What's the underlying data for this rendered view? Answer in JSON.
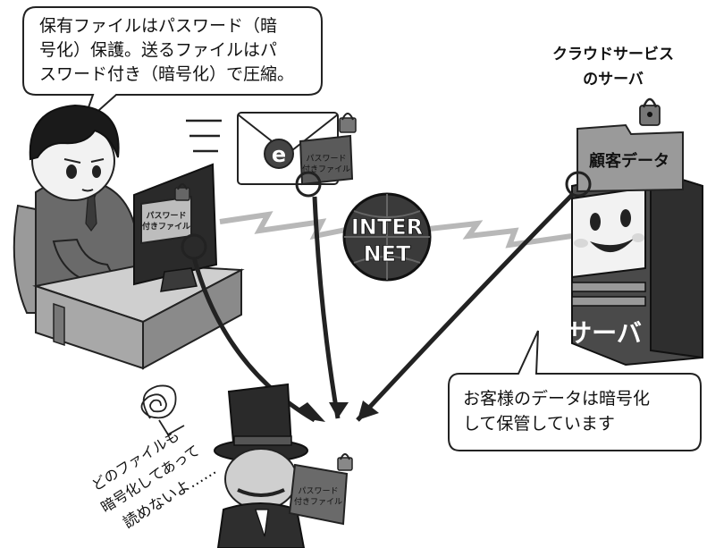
{
  "speech_bubble_person": {
    "lines": [
      "保有ファイルはパスワード（暗",
      "号化）保護。送るファイルはパ",
      "スワード付き（暗号化）で圧縮。"
    ]
  },
  "cloud_label": {
    "lines": [
      "クラウドサービス",
      "のサーバ"
    ]
  },
  "email_icon_letter": "e",
  "email_file_label": {
    "lines": [
      "パスワード",
      "付きファイル"
    ]
  },
  "desk_file_label": {
    "lines": [
      "パスワード",
      "付きファイル"
    ]
  },
  "thief_file_label": {
    "lines": [
      "パスワード",
      "付きファイル"
    ]
  },
  "internet_badge": {
    "lines": [
      "INTER",
      "NET"
    ]
  },
  "server_folder_label": "顧客データ",
  "server_sign": "サーバ",
  "speech_bubble_server": {
    "lines": [
      "お客様のデータは暗号化",
      "して保管しています"
    ]
  },
  "thief_text": {
    "lines": [
      "どのファイルも",
      "暗号化してあって",
      "読めないよ……"
    ]
  }
}
